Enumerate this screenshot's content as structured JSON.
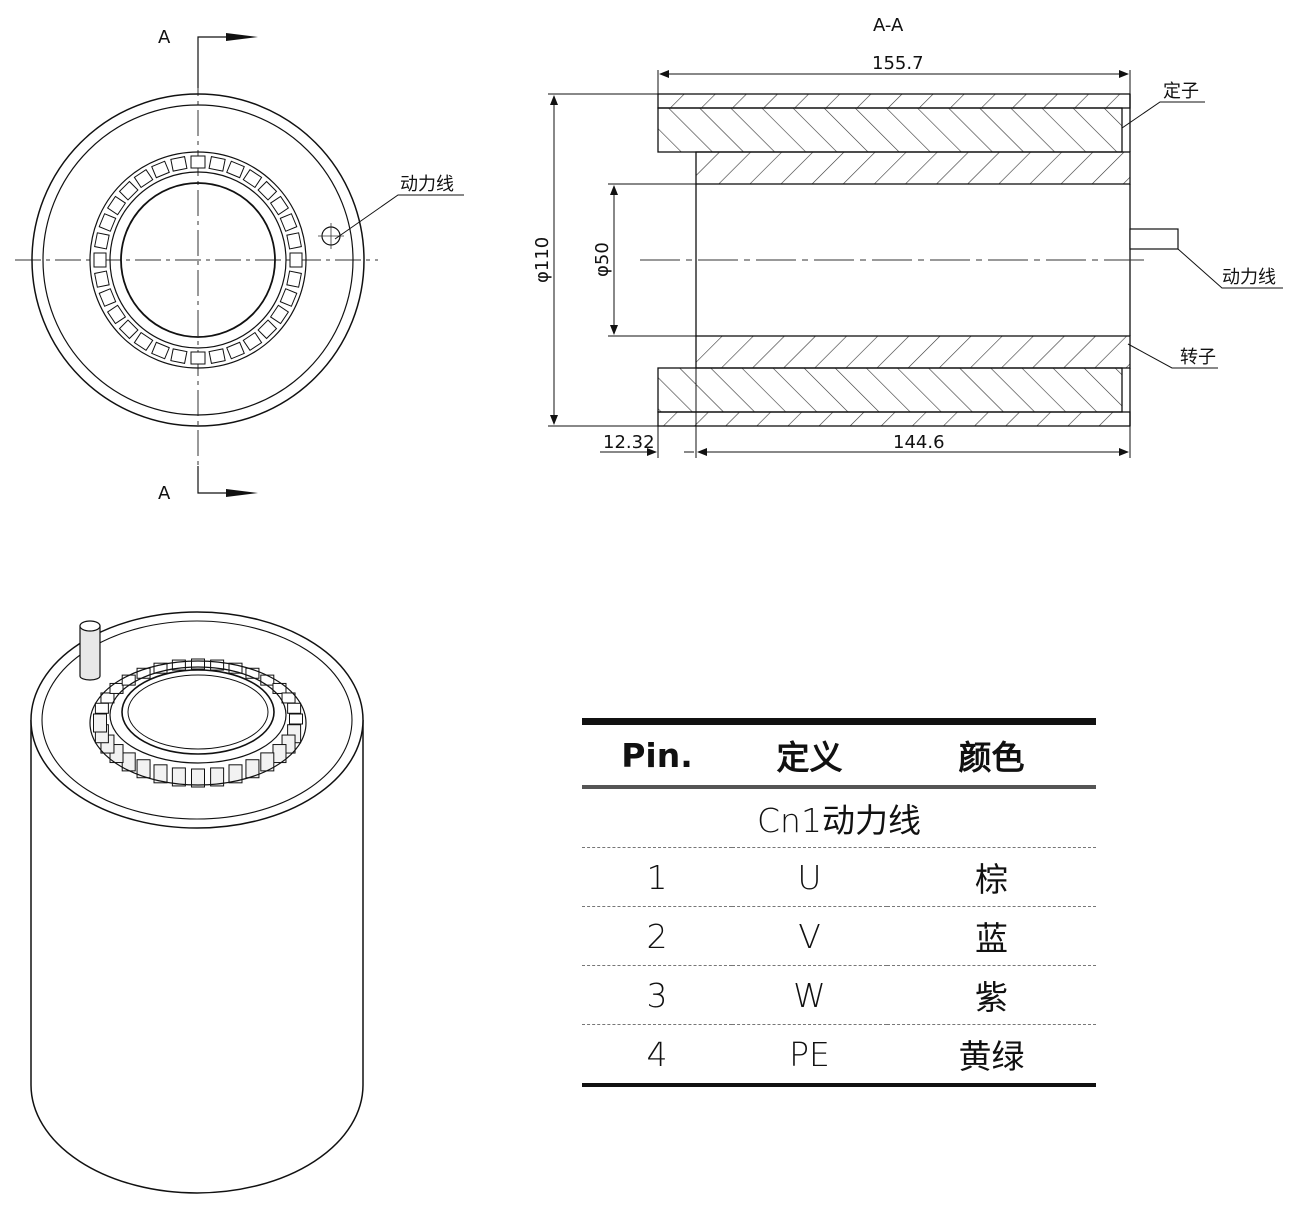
{
  "front_view": {
    "section_label_top": "A",
    "section_label_bottom": "A",
    "power_cable_callout": "动力线"
  },
  "section_view": {
    "title": "A-A",
    "dim_overall_length": "155.7",
    "dim_outer_diameter": "φ110",
    "dim_inner_diameter": "φ50",
    "dim_offset": "12.32",
    "dim_rotor_length": "144.6",
    "callout_stator": "定子",
    "callout_power_cable": "动力线",
    "callout_rotor": "转子"
  },
  "pin_table": {
    "headers": [
      "Pin.",
      "定义",
      "颜色"
    ],
    "group_title": "Cn1动力线",
    "rows": [
      {
        "pin": "1",
        "definition": "U",
        "color": "棕"
      },
      {
        "pin": "2",
        "definition": "V",
        "color": "蓝"
      },
      {
        "pin": "3",
        "definition": "W",
        "color": "紫"
      },
      {
        "pin": "4",
        "definition": "PE",
        "color": "黄绿"
      }
    ]
  }
}
